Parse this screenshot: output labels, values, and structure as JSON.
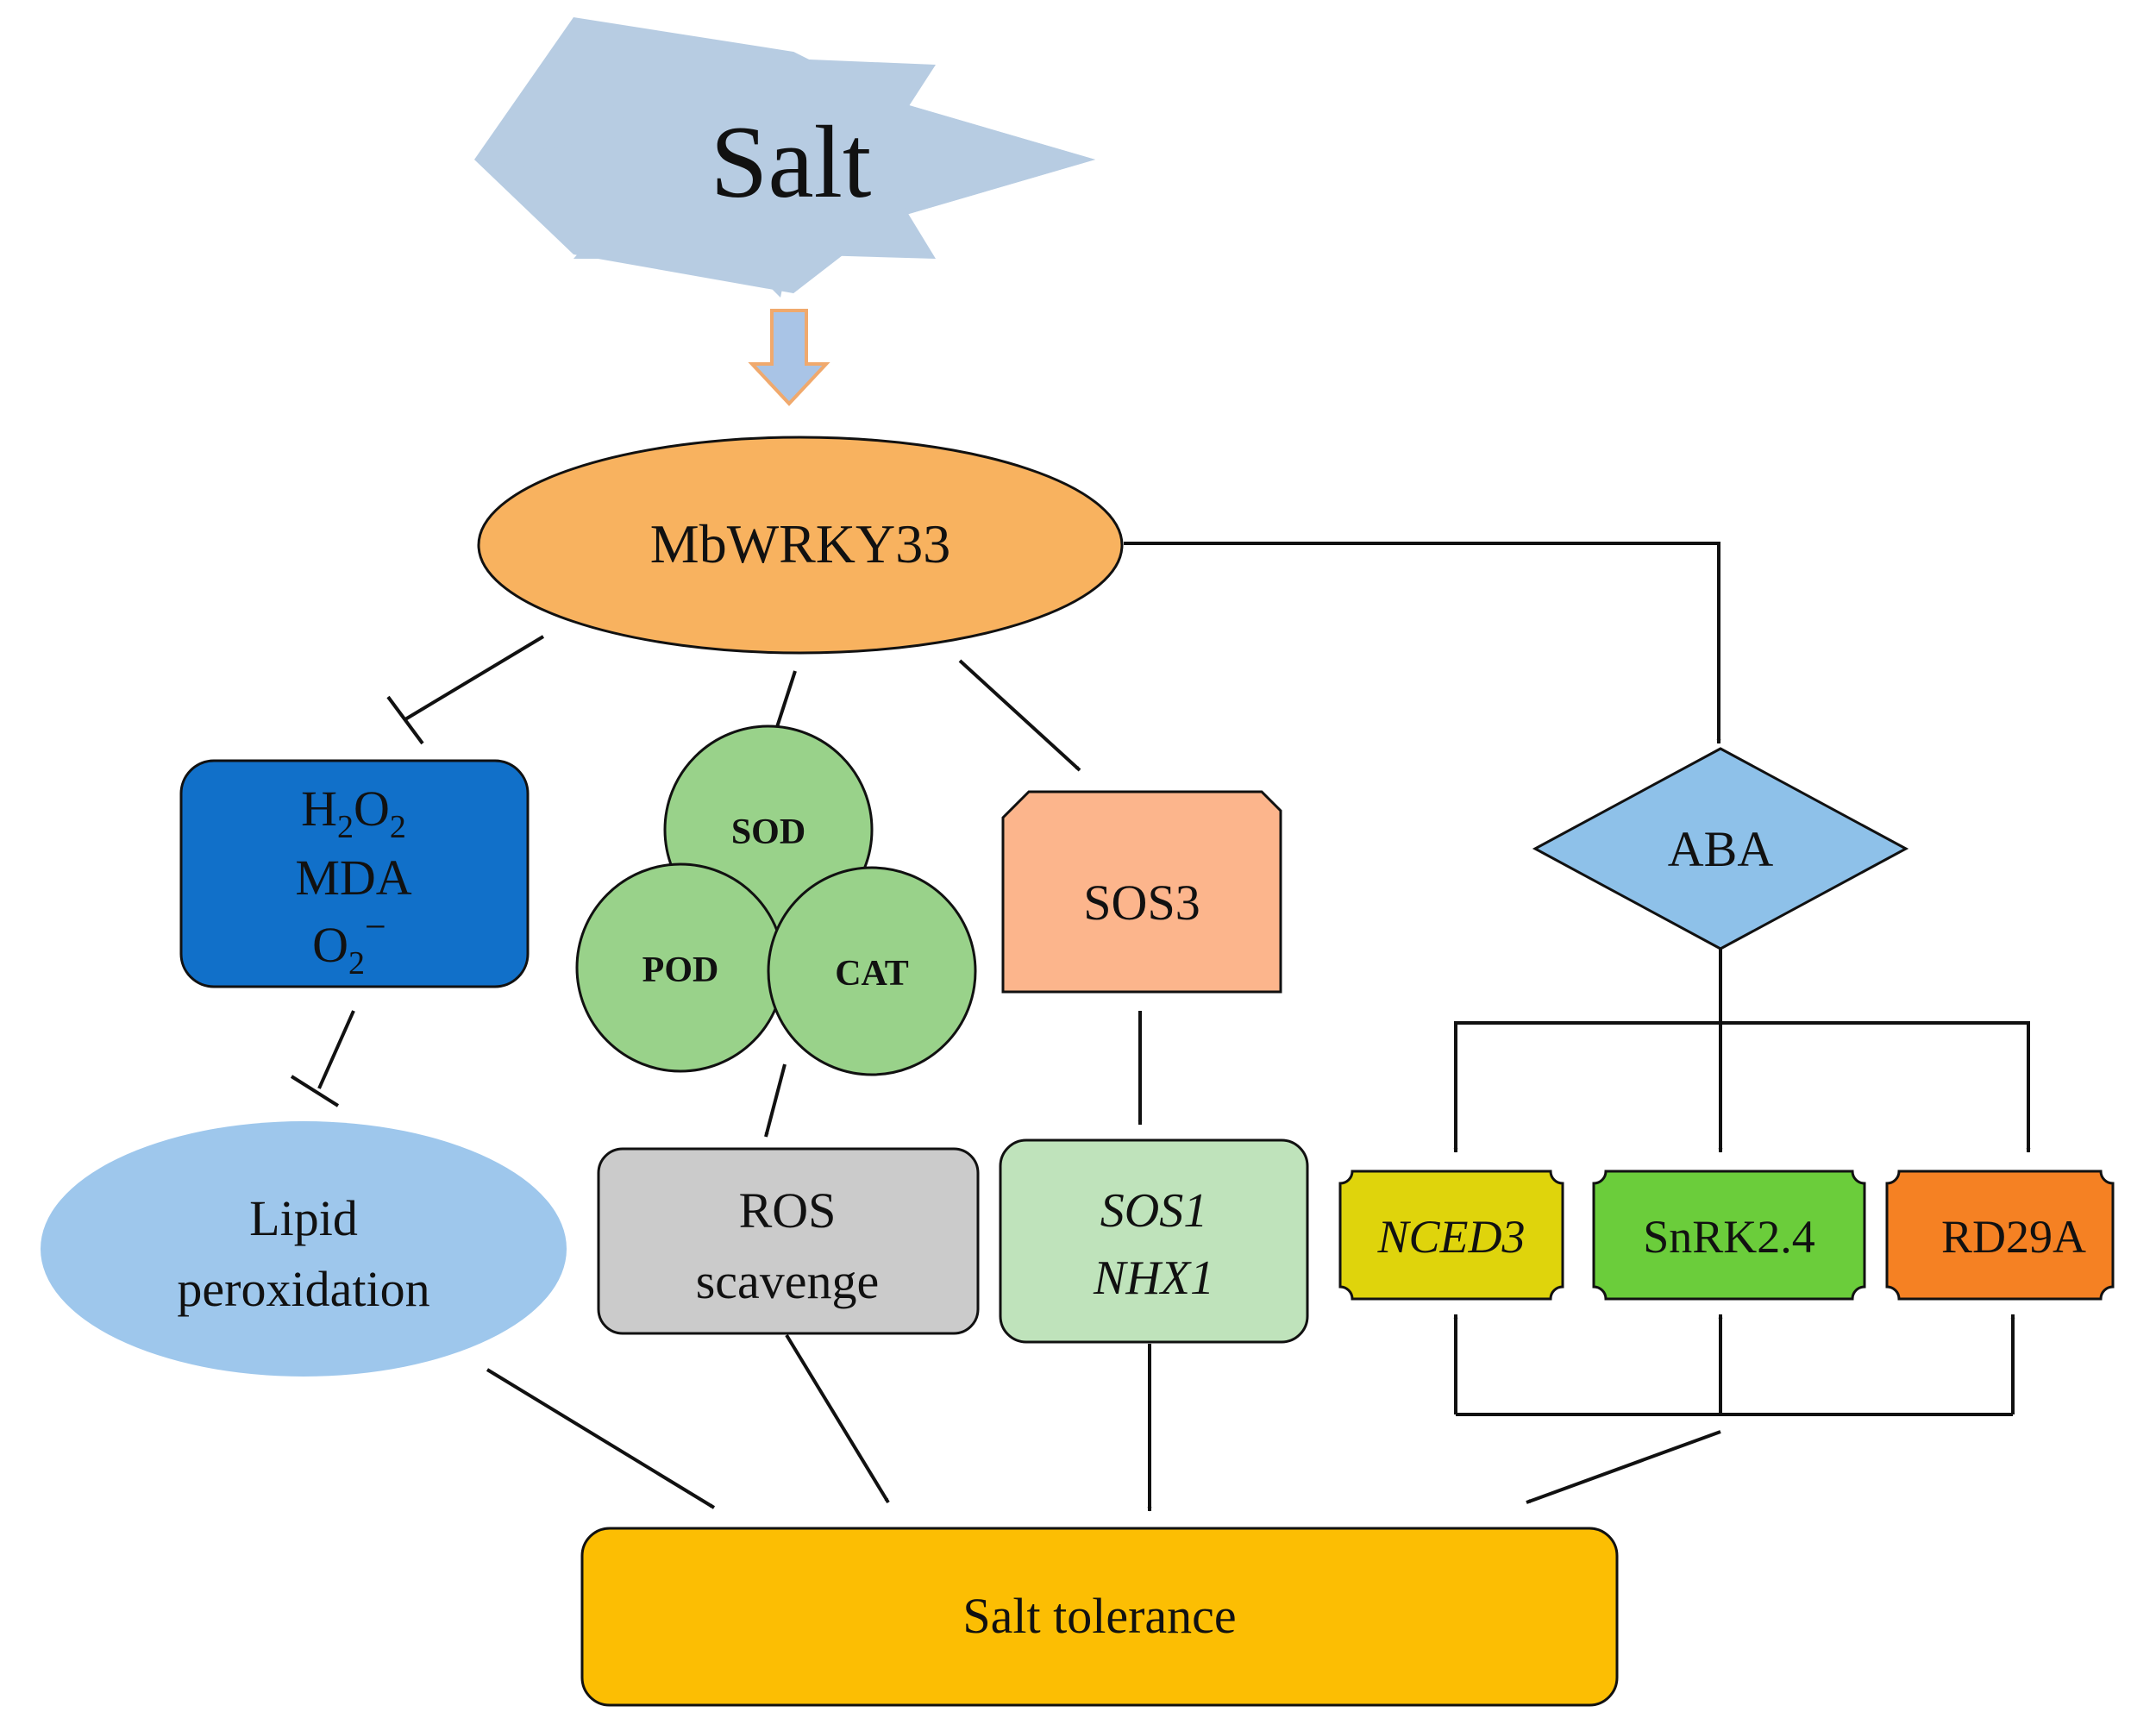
{
  "stimulus": {
    "label": "Salt"
  },
  "regulator": {
    "label": "MbWRKY33"
  },
  "ros_box": {
    "h2o2": {
      "base1": "H",
      "sub1": "2",
      "base2": "O",
      "sub2": "2"
    },
    "mda": "MDA",
    "superoxide": {
      "base": "O",
      "sub": "2",
      "sup": "−"
    }
  },
  "enzymes": {
    "sod": "SOD",
    "pod": "POD",
    "cat": "CAT"
  },
  "sos3": {
    "label": "SOS3"
  },
  "aba": {
    "label": "ABA"
  },
  "lipid": {
    "line1": "Lipid",
    "line2": "peroxidation"
  },
  "ros_scavenge": {
    "line1": "ROS",
    "line2": "scavenge"
  },
  "sos_genes": {
    "line1": "SOS1",
    "line2": "NHX1"
  },
  "aba_genes": {
    "nced3": "NCED3",
    "snrk": "SnRK2.4",
    "rd29a": "RD29A"
  },
  "outcome": {
    "label": "Salt tolerance"
  },
  "colors": {
    "salt_star": "#b7cce2",
    "down_arrow_fill": "#a9c4e6",
    "down_arrow_stroke": "#f0a96d",
    "regulator": "#f8b25f",
    "ros_box": "#1170c9",
    "enzymes": "#99d28a",
    "sos3": "#fcb58c",
    "aba": "#8ec1e9",
    "lipid": "#9ec7ec",
    "ros_scavenge": "#cbcbcb",
    "sos_genes": "#bfe3bb",
    "nced3": "#dfd40c",
    "snrk": "#6bcd3b",
    "rd29a": "#f58123",
    "outcome": "#fcbe03"
  }
}
